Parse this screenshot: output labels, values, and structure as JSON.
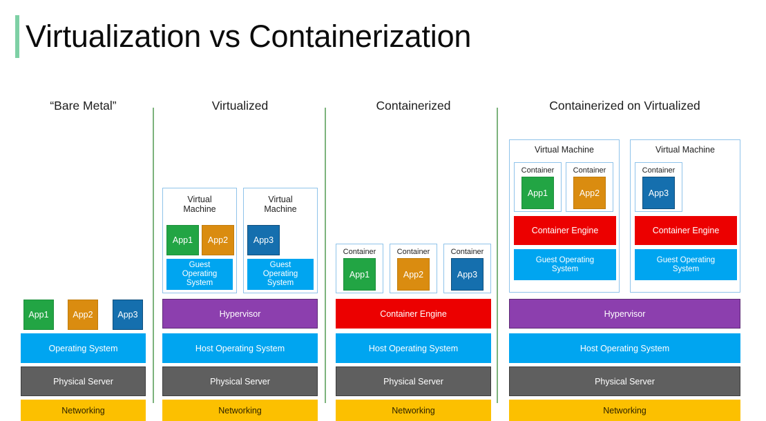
{
  "slide": {
    "title": "Virtualization vs Containerization",
    "accent_color": "#7ed0a5",
    "separator_color": "#7cb37c"
  },
  "palette": {
    "app_green": "#22a544",
    "app_orange": "#da8c10",
    "app_blue": "#156fae",
    "operating_system_blue": "#00a5f0",
    "physical_server_gray": "#5f5f5f",
    "networking_yellow": "#fcc000",
    "hypervisor_purple": "#8c3fae",
    "container_engine_red": "#ec0000",
    "box_border_blue": "#8fc3ea"
  },
  "columns": [
    {
      "title": "“Bare Metal”",
      "apps": [
        {
          "label": "App1",
          "color": "green"
        },
        {
          "label": "App2",
          "color": "orange"
        },
        {
          "label": "App3",
          "color": "blue"
        }
      ],
      "stack": [
        {
          "label": "Operating System",
          "kind": "os"
        },
        {
          "label": "Physical Server",
          "kind": "server"
        },
        {
          "label": "Networking",
          "kind": "net"
        }
      ]
    },
    {
      "title": "Virtualized",
      "vms": [
        {
          "label": "Virtual\nMachine",
          "label_line1": "Virtual",
          "label_line2": "Machine",
          "apps": [
            {
              "label": "App1",
              "color": "green"
            },
            {
              "label": "App2",
              "color": "orange"
            }
          ],
          "guest_os": "Guest Operating System",
          "guest_os_line1": "Guest",
          "guest_os_line2": "Operating",
          "guest_os_line3": "System"
        },
        {
          "label": "Virtual\nMachine",
          "label_line1": "Virtual",
          "label_line2": "Machine",
          "apps": [
            {
              "label": "App3",
              "color": "blue"
            }
          ],
          "guest_os": "Guest Operating System",
          "guest_os_line1": "Guest",
          "guest_os_line2": "Operating",
          "guest_os_line3": "System"
        }
      ],
      "stack": [
        {
          "label": "Hypervisor",
          "kind": "hyper"
        },
        {
          "label": "Host Operating System",
          "kind": "os"
        },
        {
          "label": "Physical Server",
          "kind": "server"
        },
        {
          "label": "Networking",
          "kind": "net"
        }
      ]
    },
    {
      "title": "Containerized",
      "containers": [
        {
          "label": "Container",
          "app": "App1",
          "color": "green"
        },
        {
          "label": "Container",
          "app": "App2",
          "color": "orange"
        },
        {
          "label": "Container",
          "app": "App3",
          "color": "blue"
        }
      ],
      "stack": [
        {
          "label": "Container Engine",
          "kind": "engine"
        },
        {
          "label": "Host Operating System",
          "kind": "os"
        },
        {
          "label": "Physical Server",
          "kind": "server"
        },
        {
          "label": "Networking",
          "kind": "net"
        }
      ]
    },
    {
      "title": "Containerized on Virtualized",
      "vms": [
        {
          "label": "Virtual Machine",
          "containers": [
            {
              "label": "Container",
              "app": "App1",
              "color": "green"
            },
            {
              "label": "Container",
              "app": "App2",
              "color": "orange"
            }
          ],
          "container_engine": "Container Engine",
          "guest_os": "Guest Operating System",
          "guest_os_line1": "Guest Operating",
          "guest_os_line2": "System"
        },
        {
          "label": "Virtual Machine",
          "containers": [
            {
              "label": "Container",
              "app": "App3",
              "color": "blue"
            }
          ],
          "container_engine": "Container Engine",
          "guest_os": "Guest Operating System",
          "guest_os_line1": "Guest Operating",
          "guest_os_line2": "System"
        }
      ],
      "stack": [
        {
          "label": "Hypervisor",
          "kind": "hyper"
        },
        {
          "label": "Host Operating System",
          "kind": "os"
        },
        {
          "label": "Physical Server",
          "kind": "server"
        },
        {
          "label": "Networking",
          "kind": "net"
        }
      ]
    }
  ]
}
